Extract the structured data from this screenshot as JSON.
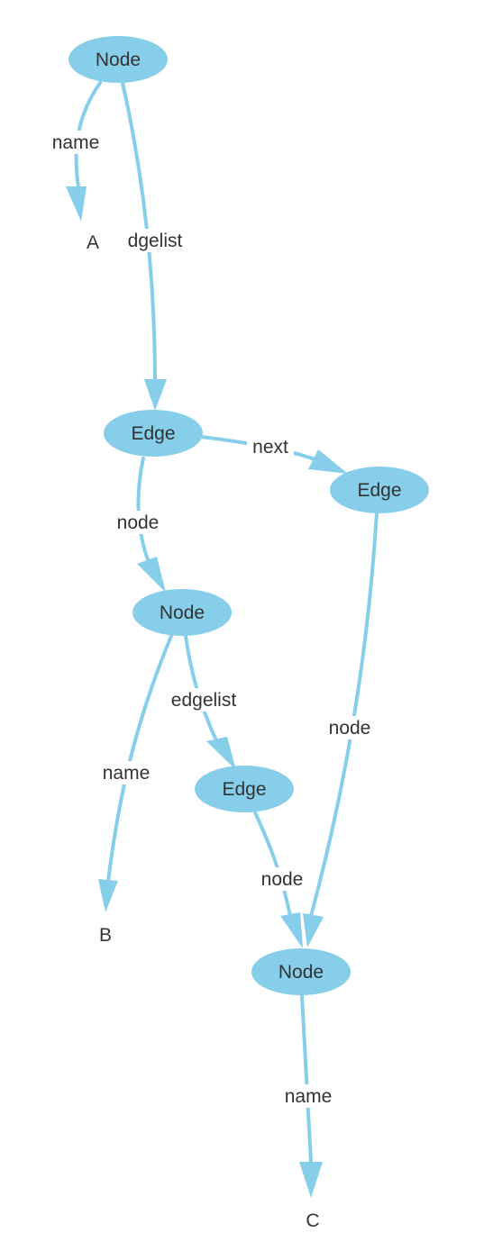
{
  "colors": {
    "node_fill": "#87ceeb",
    "edge_stroke": "#87ceeb",
    "text": "#333333",
    "background": "#ffffff"
  },
  "nodes": {
    "n1": {
      "label": "Node",
      "kind": "ellipse"
    },
    "e1": {
      "label": "Edge",
      "kind": "ellipse"
    },
    "e2": {
      "label": "Edge",
      "kind": "ellipse"
    },
    "n2": {
      "label": "Node",
      "kind": "ellipse"
    },
    "e3": {
      "label": "Edge",
      "kind": "ellipse"
    },
    "n3": {
      "label": "Node",
      "kind": "ellipse"
    },
    "A": {
      "label": "A",
      "kind": "text"
    },
    "B": {
      "label": "B",
      "kind": "text"
    },
    "C": {
      "label": "C",
      "kind": "text"
    }
  },
  "edges": {
    "n1_A": {
      "from": "Node",
      "to": "A",
      "label": "name"
    },
    "n1_e1": {
      "from": "Node",
      "to": "Edge",
      "label": "dgelist"
    },
    "e1_e2": {
      "from": "Edge",
      "to": "Edge",
      "label": "next"
    },
    "e1_n2": {
      "from": "Edge",
      "to": "Node",
      "label": "node"
    },
    "e2_n3": {
      "from": "Edge",
      "to": "Node",
      "label": "node"
    },
    "n2_B": {
      "from": "Node",
      "to": "B",
      "label": "name"
    },
    "n2_e3": {
      "from": "Node",
      "to": "Edge",
      "label": "edgelist"
    },
    "e3_n3": {
      "from": "Edge",
      "to": "Node",
      "label": "node"
    },
    "n3_C": {
      "from": "Node",
      "to": "C",
      "label": "name"
    }
  }
}
